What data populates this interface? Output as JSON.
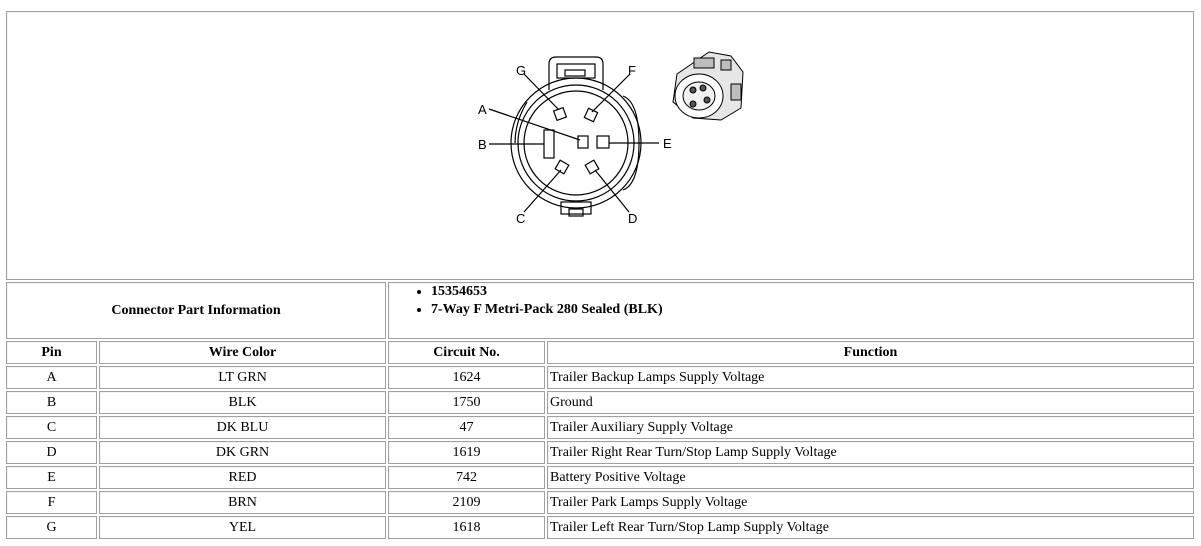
{
  "diagram": {
    "pin_labels": [
      "A",
      "B",
      "C",
      "D",
      "E",
      "F",
      "G"
    ]
  },
  "part_info": {
    "label": "Connector Part Information",
    "items": [
      "15354653",
      "7-Way F Metri-Pack 280 Sealed (BLK)"
    ]
  },
  "table": {
    "headers": [
      "Pin",
      "Wire Color",
      "Circuit No.",
      "Function"
    ],
    "rows": [
      {
        "pin": "A",
        "color": "LT GRN",
        "circuit": "1624",
        "function": "Trailer Backup Lamps Supply Voltage"
      },
      {
        "pin": "B",
        "color": "BLK",
        "circuit": "1750",
        "function": "Ground"
      },
      {
        "pin": "C",
        "color": "DK BLU",
        "circuit": "47",
        "function": "Trailer Auxiliary Supply Voltage"
      },
      {
        "pin": "D",
        "color": "DK GRN",
        "circuit": "1619",
        "function": "Trailer Right Rear Turn/Stop Lamp Supply Voltage"
      },
      {
        "pin": "E",
        "color": "RED",
        "circuit": "742",
        "function": "Battery Positive Voltage"
      },
      {
        "pin": "F",
        "color": "BRN",
        "circuit": "2109",
        "function": "Trailer Park Lamps Supply Voltage"
      },
      {
        "pin": "G",
        "color": "YEL",
        "circuit": "1618",
        "function": "Trailer Left Rear Turn/Stop Lamp Supply Voltage"
      }
    ]
  }
}
